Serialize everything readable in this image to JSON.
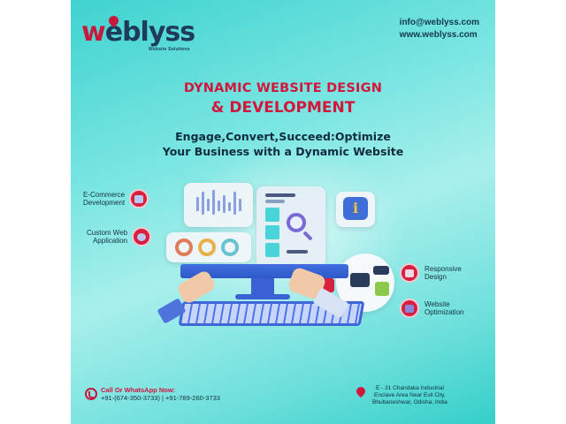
{
  "brand": {
    "logo_prefix": "w",
    "logo_rest": "eblyss",
    "tagline": "Website Solutions"
  },
  "contact": {
    "email": "info@weblyss.com",
    "website": "www.weblyss.com"
  },
  "headline": {
    "line1": "DYNAMIC WEBSITE DESIGN",
    "line2": "& DEVELOPMENT"
  },
  "subheadline": {
    "line1": "Engage,Convert,Succeed:Optimize",
    "line2": "Your Business with a Dynamic Website"
  },
  "features": {
    "left": [
      {
        "line1": "E-Commerce",
        "line2": "Development",
        "icon": "cart-icon"
      },
      {
        "line1": "Custom Web",
        "line2": "Application",
        "icon": "gear-icon"
      }
    ],
    "right": [
      {
        "line1": "Responsive",
        "line2": "Design",
        "icon": "devices-icon"
      },
      {
        "line1": "Website",
        "line2": "Optimization",
        "icon": "speed-icon"
      }
    ]
  },
  "footer": {
    "phone_title": "Call Or WhatsApp Now:",
    "phone_numbers": "+91-(674-350-3733) | +91-789-260-3733",
    "address_line1": "E - 31 Chandaka Industrial",
    "address_line2": "Enclave Area Near Esil City,",
    "address_line3": "Bhubaneshwar, Odisha, India"
  },
  "colors": {
    "accent_red": "#d3153c",
    "navy": "#1f3b5c",
    "teal_bg": "#7ce6e2",
    "monitor_blue": "#3f6fe0"
  }
}
